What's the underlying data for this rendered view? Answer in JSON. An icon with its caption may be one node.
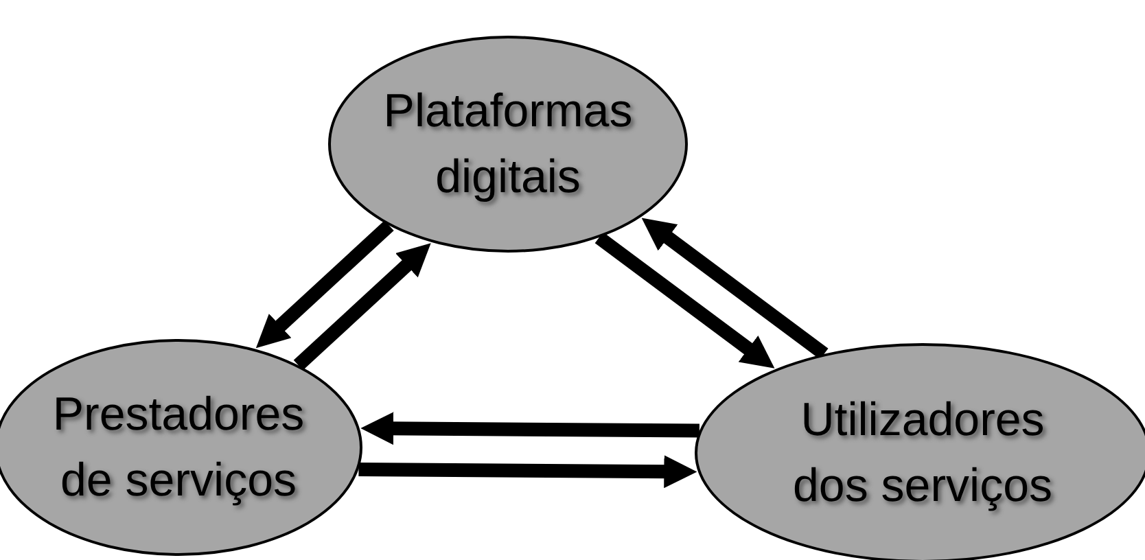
{
  "diagram": {
    "nodes": [
      {
        "text": [
          "Plataformas digitais"
        ]
      },
      {
        "text": [
          "Prestadores de serviços"
        ]
      },
      {
        "text": [
          "Utilizadores dos serviços"
        ]
      }
    ],
    "edges": [
      {
        "from": 0,
        "to": 1,
        "arrow": "to"
      },
      {
        "from": 1,
        "to": 0,
        "arrow": "to"
      },
      {
        "from": 0,
        "to": 2,
        "arrow": "to"
      },
      {
        "from": 2,
        "to": 0,
        "arrow": "to"
      },
      {
        "from": 2,
        "to": 1,
        "arrow": "to"
      },
      {
        "from": 1,
        "to": 2,
        "arrow": "to"
      }
    ]
  }
}
